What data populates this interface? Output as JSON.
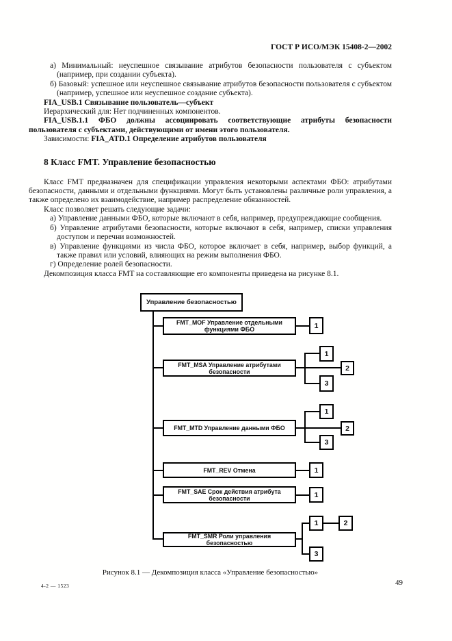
{
  "header": {
    "doc_code": "ГОСТ Р ИСО/МЭК 15408-2—2002"
  },
  "fia_section": {
    "item_a_label": "а)",
    "item_a_text": "Минимальный: неуспешное связывание атрибутов безопасности пользователя с субъектом (например, при создании субъекта).",
    "item_b_label": "б)",
    "item_b_text": "Базовый: успешное или неуспешное связывание атрибутов безопасности пользователя с субъектом (например, успешное или неуспешное создание субъекта).",
    "usb1_title": "FIA_USB.1 Связывание пользователь—субъект",
    "hierarchical": "Иерархический для: Нет подчиненных компонентов.",
    "usb11_requirement": "FIA_USB.1.1 ФБО должны ассоциировать соответствующие атрибуты безопасности пользователя с субъектами, действующими от имени этого пользователя.",
    "dependencies_label": "Зависимости: ",
    "dependencies_value": "FIA_ATD.1 Определение атрибутов пользователя"
  },
  "fmt_section": {
    "heading": "8 Класс FMT. Управление безопасностью",
    "para1": "Класс FMT предназначен для спецификации управления некоторыми аспектами ФБО: атрибутами безопасности, данными и отдельными функциями. Могут быть установлены различные роли управления, а также определено их взаимодействие, например распределение обязанностей.",
    "para2": "Класс позволяет решать следующие задачи:",
    "tasks": [
      {
        "label": "а)",
        "text": "Управление данными ФБО, которые включают в себя, например, предупреждающие сообщения."
      },
      {
        "label": "б)",
        "text": "Управление атрибутами безопасности, которые включают в себя, например, списки управления доступом и перечни возможностей."
      },
      {
        "label": "в)",
        "text": "Управление функциями из числа ФБО, которое включает в себя, например, выбор функций, а также правил или условий, влияющих на режим выполнения ФБО."
      },
      {
        "label": "г)",
        "text": "Определение ролей безопасности."
      }
    ],
    "para3": "Декомпозиция класса FMT на составляющие его компоненты приведена на рисунке 8.1."
  },
  "figure": {
    "root": "Управление безопасностью",
    "components": [
      {
        "name": "FMT_MOF Управление отдельными функциями ФБО",
        "numbers": [
          "1"
        ]
      },
      {
        "name": "FMT_MSA Управление атрибутами безопасности",
        "numbers": [
          "1",
          "2",
          "3"
        ]
      },
      {
        "name": "FMT_MTD Управление данными ФБО",
        "numbers": [
          "1",
          "2",
          "3"
        ]
      },
      {
        "name": "FMT_REV Отмена",
        "numbers": [
          "1"
        ]
      },
      {
        "name": "FMT_SAE Срок действия атрибута безопасности",
        "numbers": [
          "1"
        ]
      },
      {
        "name": "FMT_SMR Роли управления безопасностью",
        "numbers": [
          "1",
          "2",
          "3"
        ]
      }
    ],
    "caption": "Рисунок 8.1 — Декомпозиция класса «Управление безопасностью»"
  },
  "footer": {
    "code": "4-2 — 1523",
    "page_number": "49"
  }
}
